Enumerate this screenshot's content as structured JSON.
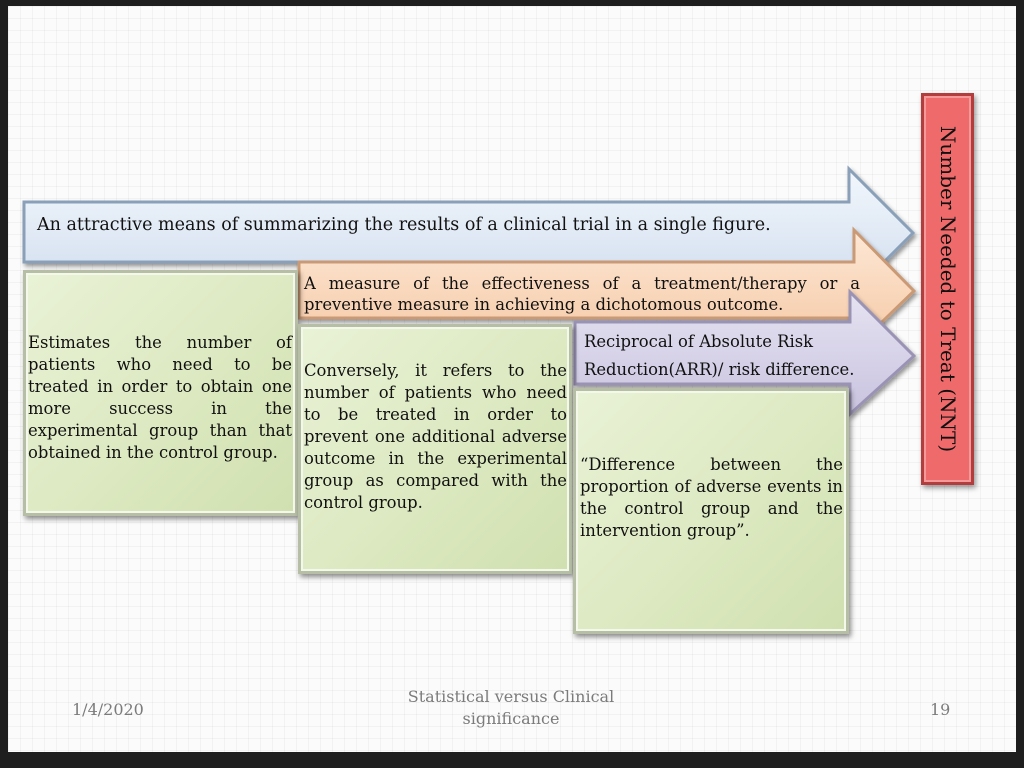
{
  "slide": {
    "vertical_title": "Number Needed to Treat (NNT)",
    "arrow1_text": "An attractive means of summarizing the results of a clinical trial in a single figure.",
    "arrow2_text": "A measure of the effectiveness of a treatment/therapy or a preventive measure in achieving a dichotomous outcome.",
    "arrow3_line1": "Reciprocal of Absolute Risk",
    "arrow3_line2": "Reduction(ARR)/ risk difference.",
    "box1_text": "Estimates the number of patients who need to be treated in order to obtain one more success in the experimental group than that obtained in the control group.",
    "box2_text": "Conversely, it refers to the number of patients who need to be treated in order to prevent one additional adverse outcome in the experimental group as compared with the control group.",
    "box3_text": "“Difference between the proportion of adverse events in the control group and the intervention group”."
  },
  "footer": {
    "date": "1/4/2020",
    "title": "Statistical versus Clinical significance",
    "page_number": "19"
  },
  "colors": {
    "arrow_blue": "#dbe7f4",
    "arrow_orange": "#f8d4b6",
    "arrow_purple": "#d6d1e8",
    "box_green": "#dbe8bf",
    "title_red": "#ef6a6a"
  }
}
